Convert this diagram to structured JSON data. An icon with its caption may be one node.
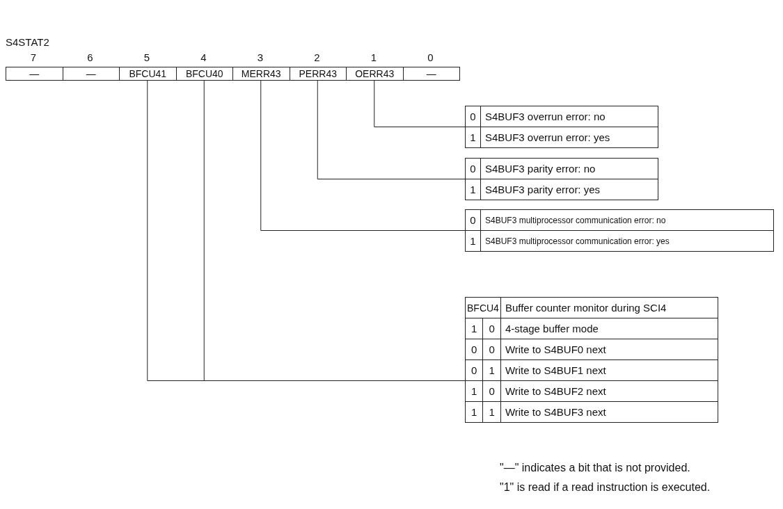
{
  "diagram": {
    "title": "S4STAT2",
    "nodes": [
      {
        "text": [
          "—"
        ]
      },
      {
        "text": [
          "—"
        ]
      },
      {
        "text": [
          "BFCU41"
        ]
      },
      {
        "text": [
          "BFCU40"
        ]
      },
      {
        "text": [
          "MERR43"
        ]
      },
      {
        "text": [
          "PERR43"
        ]
      },
      {
        "text": [
          "OERR43"
        ]
      },
      {
        "text": [
          "—"
        ]
      },
      {
        "text": [
          "0",
          "S4BUF3 overrun error: no",
          "1",
          "S4BUF3 overrun error: yes"
        ]
      },
      {
        "text": [
          "0",
          "S4BUF3 parity error: no",
          "1",
          "S4BUF3 parity error: yes"
        ]
      },
      {
        "text": [
          "0",
          "S4BUF3 multiprocessor communication error: no",
          "1",
          "S4BUF3 multiprocessor communication error: yes"
        ]
      },
      {
        "text": [
          "BFCU4",
          "Buffer counter monitor during SCI4",
          "1",
          "0",
          "4-stage buffer mode",
          "0",
          "0",
          "Write to S4BUF0 next",
          "0",
          "1",
          "Write to S4BUF1 next",
          "1",
          "0",
          "Write to S4BUF2 next",
          "1",
          "1",
          "Write to S4BUF3 next"
        ]
      }
    ],
    "edges": [
      {
        "from": 6,
        "to": 8,
        "arrow": "none"
      },
      {
        "from": 5,
        "to": 9,
        "arrow": "none"
      },
      {
        "from": 4,
        "to": 10,
        "arrow": "none"
      },
      {
        "from": 2,
        "to": 11,
        "arrow": "none"
      },
      {
        "from": 3,
        "to": 11,
        "arrow": "none"
      }
    ],
    "labels": [
      "7",
      "6",
      "5",
      "4",
      "3",
      "2",
      "1",
      "0",
      "\"—\" indicates a bit that is not provided.",
      "\"1\" is read if a read instruction is executed."
    ]
  }
}
